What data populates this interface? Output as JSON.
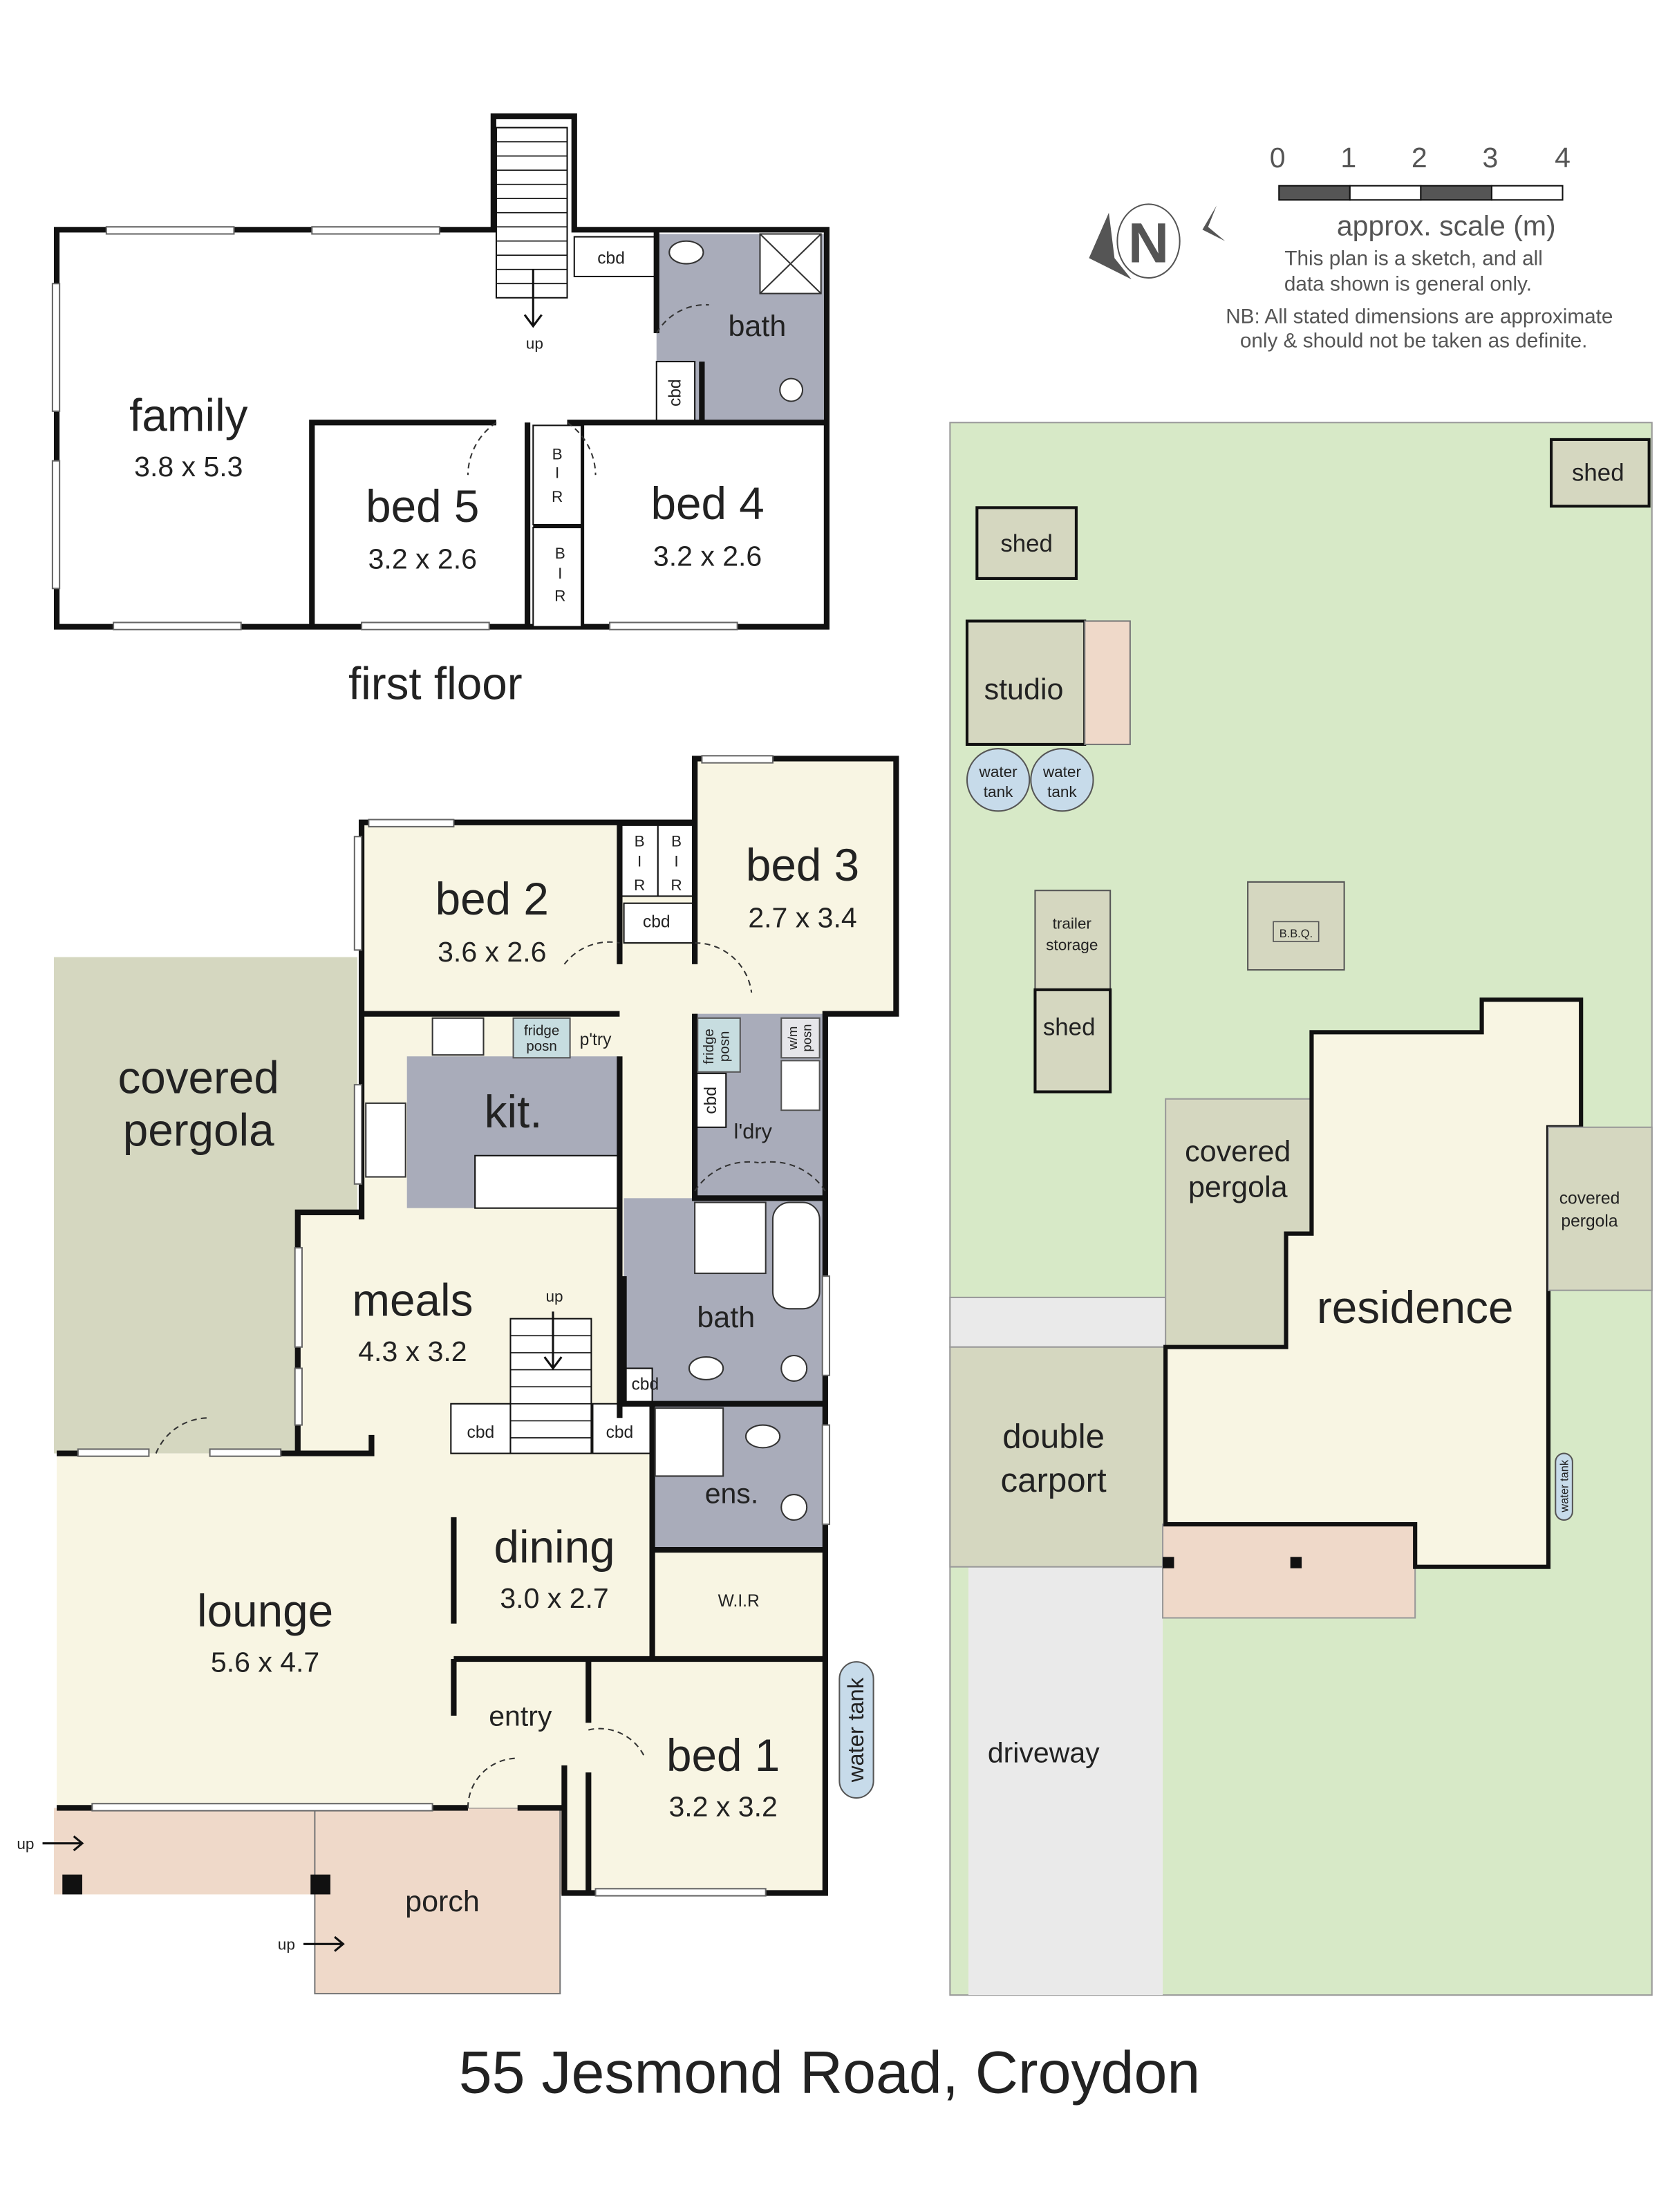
{
  "title": "55 Jesmond Road, Croydon",
  "colors": {
    "room": "#f8f5e3",
    "wet": "#a9acba",
    "pergola": "#d5d7c0",
    "porch": "#efd9c9",
    "garden": "#d7e9c7",
    "tank": "#c7dbea"
  },
  "compass": {
    "label": "N",
    "icon": "north-arrow-icon"
  },
  "scale": {
    "ticks": [
      "0",
      "1",
      "2",
      "3",
      "4"
    ],
    "label": "approx. scale (m)",
    "disclaimer1": "This plan is a sketch, and all",
    "disclaimer2": "data shown is general only.",
    "nb1": "NB: All stated dimensions are approximate",
    "nb2": "only & should not be taken as definite."
  },
  "first_floor": {
    "caption": "first floor",
    "family": {
      "name": "family",
      "dims": "3.8 x 5.3"
    },
    "bed5": {
      "name": "bed 5",
      "dims": "3.2 x 2.6"
    },
    "bed4": {
      "name": "bed 4",
      "dims": "3.2 x 2.6"
    },
    "bath": "bath",
    "cbd": "cbd",
    "up": "up",
    "bir": [
      "B",
      "I",
      "R"
    ]
  },
  "ground_floor": {
    "covered_pergola": [
      "covered",
      "pergola"
    ],
    "kit": "kit.",
    "fridge": [
      "fridge",
      "posn"
    ],
    "pantry": "p'try",
    "bed2": {
      "name": "bed 2",
      "dims": "3.6 x 2.6"
    },
    "bed3": {
      "name": "bed 3",
      "dims": "2.7 x 3.4"
    },
    "meals": {
      "name": "meals",
      "dims": "4.3 x 3.2"
    },
    "laundry": "l'dry",
    "wm": [
      "w/m",
      "posn"
    ],
    "bath": "bath",
    "ens": "ens.",
    "wir": "W.I.R",
    "dining": {
      "name": "dining",
      "dims": "3.0 x 2.7"
    },
    "lounge": {
      "name": "lounge",
      "dims": "5.6 x 4.7"
    },
    "entry": "entry",
    "bed1": {
      "name": "bed 1",
      "dims": "3.2 x 3.2"
    },
    "porch": "porch",
    "water_tank": "water tank",
    "cbd": "cbd",
    "up": "up",
    "bir": [
      "B",
      "I",
      "R"
    ]
  },
  "site": {
    "shed": "shed",
    "studio": "studio",
    "water_tank": [
      "water",
      "tank"
    ],
    "trailer_storage": [
      "trailer",
      "storage"
    ],
    "bbq": "B.B.Q.",
    "covered_pergola": [
      "covered",
      "pergola"
    ],
    "residence": "residence",
    "double_carport": [
      "double",
      "carport"
    ],
    "driveway": "driveway",
    "water_tank_side": "water tank"
  }
}
